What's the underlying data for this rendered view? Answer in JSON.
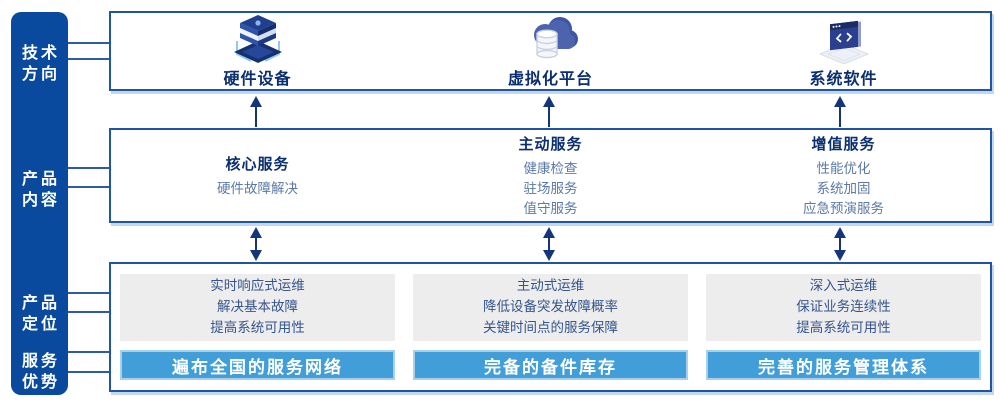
{
  "colors": {
    "sidebar_blue": "#0a4a9e",
    "box_border_blue": "#2055a5",
    "arrow_navy": "#14357e",
    "header_navy": "#0a2e70",
    "sub_text_blue": "#5b79a8",
    "panel_gray": "#ededed",
    "banner_blue": "#419ed9",
    "banner_border": "#a6d0ec"
  },
  "sidebar": {
    "items": [
      {
        "line1": "技术",
        "line2": "方向"
      },
      {
        "line1": "产品",
        "line2": "内容"
      },
      {
        "line1": "产品",
        "line2": "定位"
      },
      {
        "line1": "服务",
        "line2": "优势"
      }
    ]
  },
  "tech": {
    "items": [
      {
        "label": "硬件设备",
        "icon": "server-stack-icon"
      },
      {
        "label": "虚拟化平台",
        "icon": "cloud-database-icon"
      },
      {
        "label": "系统软件",
        "icon": "code-window-icon"
      }
    ]
  },
  "services": {
    "columns": [
      {
        "header": "核心服务",
        "items": [
          "硬件故障解决"
        ]
      },
      {
        "header": "主动服务",
        "items": [
          "健康检查",
          "驻场服务",
          "值守服务"
        ]
      },
      {
        "header": "增值服务",
        "items": [
          "性能优化",
          "系统加固",
          "应急预演服务"
        ]
      }
    ]
  },
  "bottom": {
    "columns": [
      {
        "lines": [
          "实时响应式运维",
          "解决基本故障",
          "提高系统可用性"
        ],
        "banner": "遍布全国的服务网络"
      },
      {
        "lines": [
          "主动式运维",
          "降低设备突发故障概率",
          "关键时间点的服务保障"
        ],
        "banner": "完备的备件库存"
      },
      {
        "lines": [
          "深入式运维",
          "保证业务连续性",
          "提高系统可用性"
        ],
        "banner": "完善的服务管理体系"
      }
    ]
  }
}
